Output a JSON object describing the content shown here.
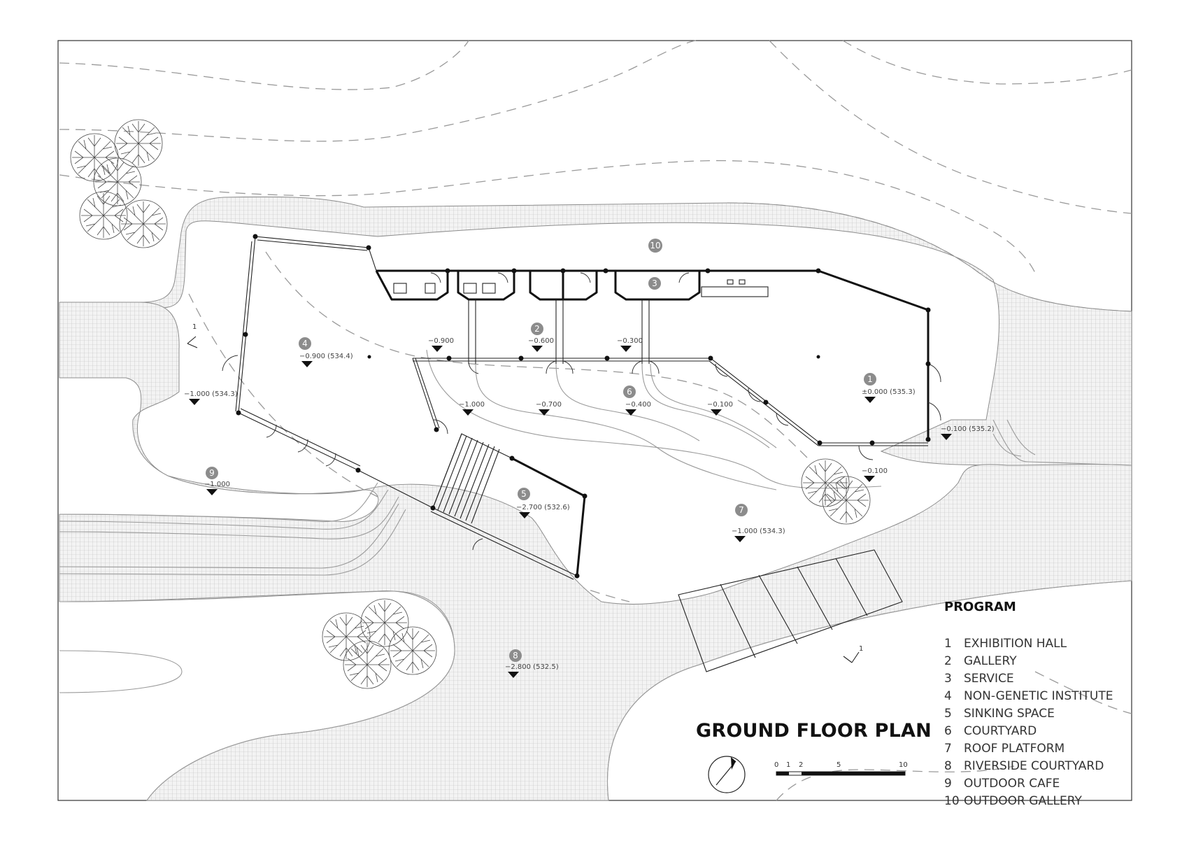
{
  "title": "GROUND FLOOR PLAN",
  "program": {
    "heading": "PROGRAM",
    "items": [
      {
        "num": "1",
        "label": "EXHIBITION HALL"
      },
      {
        "num": "2",
        "label": "GALLERY"
      },
      {
        "num": "3",
        "label": "SERVICE"
      },
      {
        "num": "4",
        "label": "NON-GENETIC INSTITUTE"
      },
      {
        "num": "5",
        "label": "SINKING SPACE"
      },
      {
        "num": "6",
        "label": "COURTYARD"
      },
      {
        "num": "7",
        "label": "ROOF PLATFORM"
      },
      {
        "num": "8",
        "label": "RIVERSIDE COURTYARD"
      },
      {
        "num": "9",
        "label": "OUTDOOR CAFE"
      },
      {
        "num": "10",
        "label": "OUTDOOR GALLERY"
      }
    ]
  },
  "room_numbers": [
    "1",
    "2",
    "3",
    "4",
    "5",
    "6",
    "7",
    "8",
    "9",
    "10"
  ],
  "levels": {
    "l1": "±0.000 (535.3)",
    "l2": "−0.600",
    "l3": "−0.300",
    "l4": "−0.900 (534.4)",
    "l5": "−2.700 (532.6)",
    "l6": "−0.400",
    "l7": "−1.000 (534.3)",
    "l8": "−2.800 (532.5)",
    "l9": "−1.000",
    "l10": "−0.900",
    "l11": "−1.000 (534.3)",
    "l12": "−1.000",
    "l13": "−0.700",
    "l14": "−0.100",
    "l15": "−0.100 (535.2)",
    "l16": "−0.100"
  },
  "section_markers": {
    "a": "1",
    "b": "1"
  },
  "scale": {
    "ticks": [
      "0",
      "1",
      "2",
      "5",
      "10"
    ]
  }
}
